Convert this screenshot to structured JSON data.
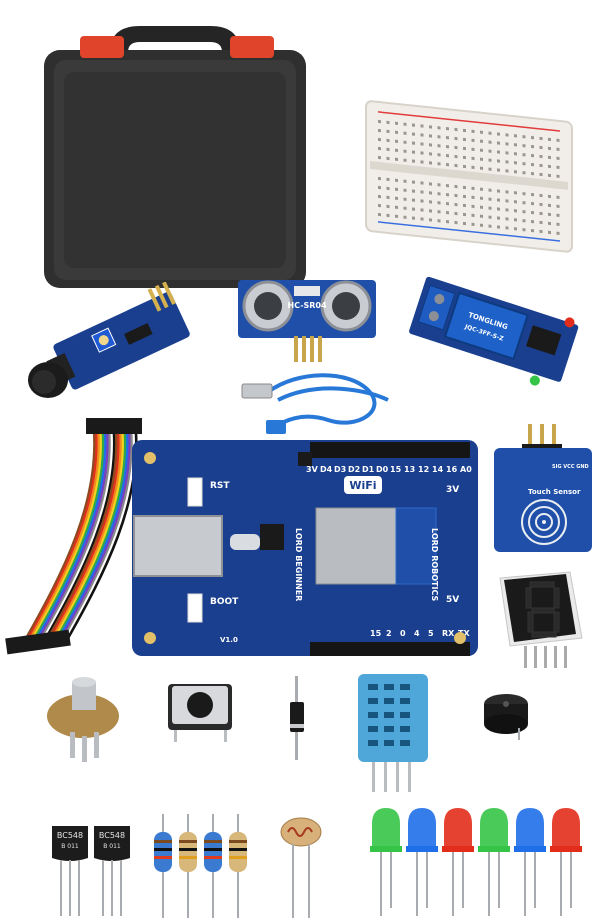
{
  "board": {
    "wifi_label": "WiFi",
    "rst_label": "RST",
    "boot_label": "BOOT",
    "version_label": "V1.0",
    "brand_left": "LORD BEGINNER",
    "brand_right": "LORD ROBOTICS",
    "top_pins": [
      "A0",
      "16",
      "14",
      "12",
      "13",
      "15",
      "D0",
      "D1",
      "D2",
      "D3",
      "D4"
    ],
    "pin_3v_right": "3V",
    "pin_5v_right": "5V",
    "pin_3v_left": "3V",
    "bottom_pins": [
      "TX",
      "RX",
      "5",
      "4",
      "0",
      "2",
      "15"
    ]
  },
  "touch_sensor": {
    "label": "Touch Sensor",
    "pin_labels": "SIG VCC GND"
  },
  "ultrasonic": {
    "label": "HC-SR04"
  },
  "relay": {
    "brand": "TONGLING",
    "spec": "JQC-3FF-S-Z"
  },
  "transistors": {
    "part_1": "BC548",
    "part_1_sub": "B 011",
    "part_2": "BC548",
    "part_2_sub": "B 011"
  },
  "colors": {
    "pcb_blue": "#1a3f8f",
    "case_black": "#2b2b2b",
    "case_latch": "#e0442a",
    "breadboard": "#f1eee9",
    "led_green": "#35c447",
    "led_blue": "#1f6fe8",
    "led_red": "#e32d1b",
    "dht_blue": "#4fa6d9"
  }
}
